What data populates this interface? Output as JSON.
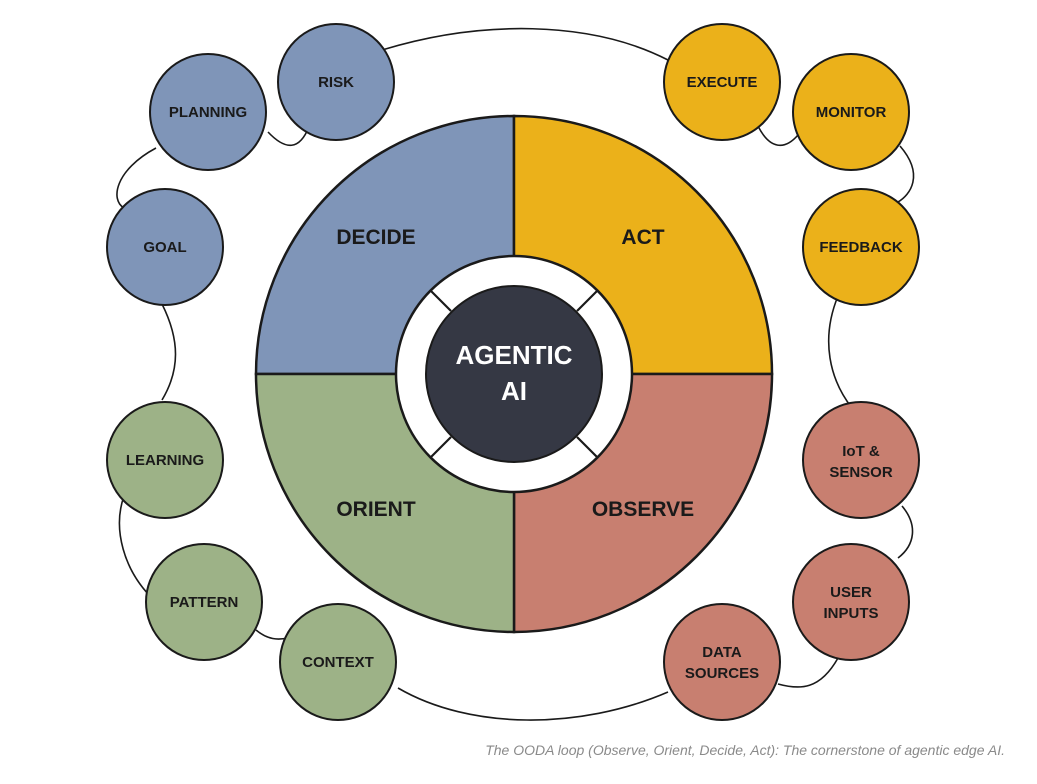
{
  "colors": {
    "decide": "#7f95b8",
    "act": "#ebb11a",
    "orient": "#9db287",
    "observe": "#c87f70",
    "core": "#353844",
    "stroke": "#1a1a1a"
  },
  "quadrants": {
    "decide": "DECIDE",
    "act": "ACT",
    "orient": "ORIENT",
    "observe": "OBSERVE"
  },
  "core": {
    "line1": "AGENTIC",
    "line2": "AI"
  },
  "nodes": {
    "planning": "PLANNING",
    "risk": "RISK",
    "goal": "GOAL",
    "execute": "EXECUTE",
    "monitor": "MONITOR",
    "feedback": "FEEDBACK",
    "learning": "LEARNING",
    "pattern": "PATTERN",
    "context": "CONTEXT",
    "iot_line1": "IoT &",
    "iot_line2": "SENSOR",
    "user_line1": "USER",
    "user_line2": "INPUTS",
    "data_line1": "DATA",
    "data_line2": "SOURCES"
  },
  "caption": "The OODA loop (Observe, Orient, Decide, Act): The cornerstone of agentic edge AI."
}
